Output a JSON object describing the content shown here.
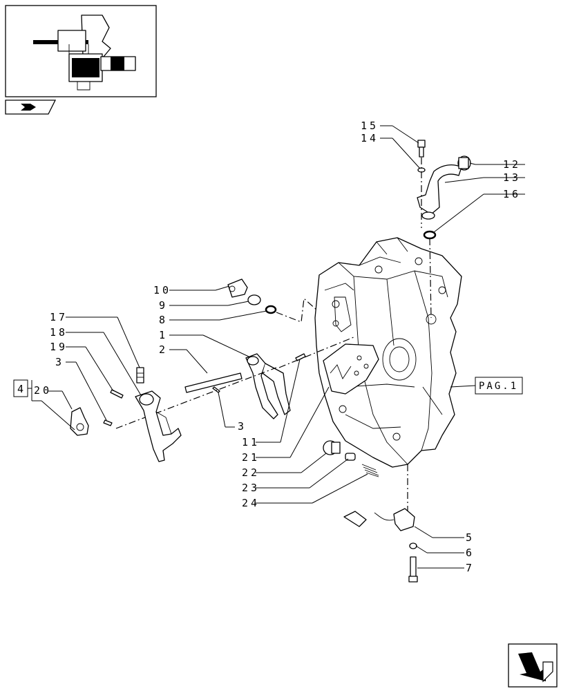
{
  "thumbnail": {
    "icon": "assembly-thumbnail"
  },
  "nav_icons": {
    "back": "back-arrow-icon",
    "next": "next-arrow-icon"
  },
  "labels": {
    "p15": "15",
    "p14": "14",
    "p12": "12",
    "p13": "13",
    "p16": "16",
    "p10": "10",
    "p9": "9",
    "p8": "8",
    "p1": "1",
    "p2": "2",
    "p17": "17",
    "p18": "18",
    "p19": "19",
    "p3a": "3",
    "p3b": "3",
    "ref_box": "4",
    "p20": "20",
    "p11": "11",
    "p21": "21",
    "p22": "22",
    "p23": "23",
    "p24": "24",
    "p5": "5",
    "p6": "6",
    "p7": "7",
    "pag": "PAG.1"
  }
}
